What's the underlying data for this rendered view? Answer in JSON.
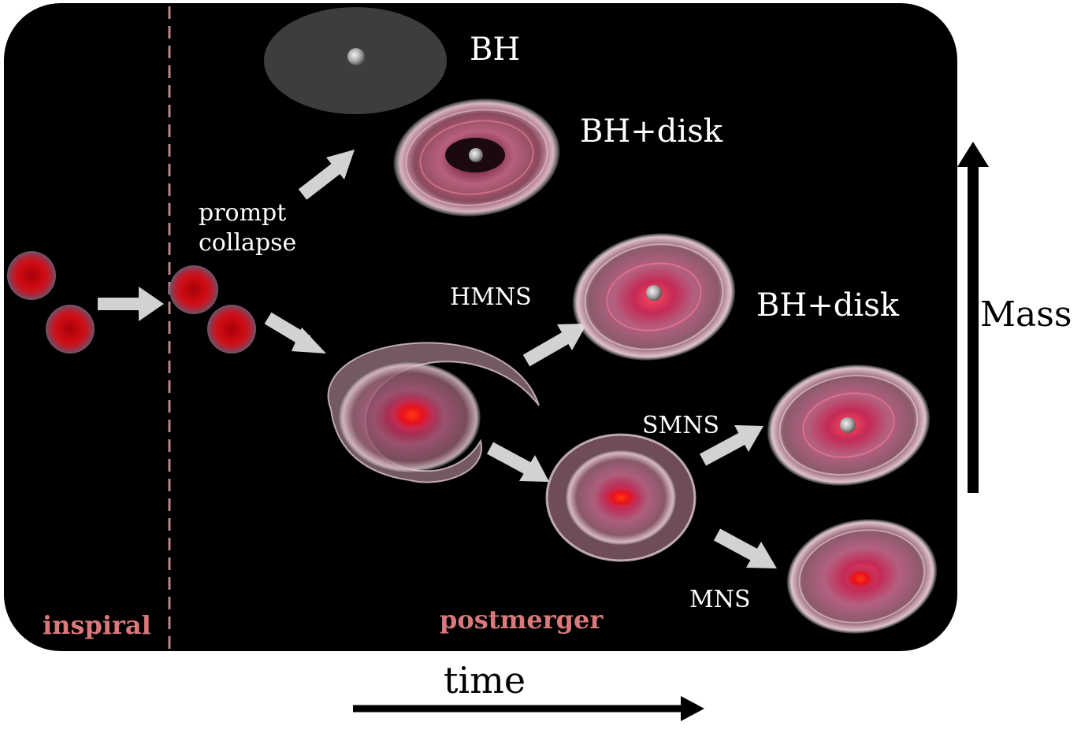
{
  "phases": {
    "inspiral": "inspiral",
    "postmerger": "postmerger"
  },
  "labels": {
    "bh": "BH",
    "bh_disk_top": "BH+disk",
    "prompt_line1": "prompt",
    "prompt_line2": "collapse",
    "hmns": "HMNS",
    "bh_disk_mid": "BH+disk",
    "smns": "SMNS",
    "mns": "MNS"
  },
  "axes": {
    "time": "time",
    "mass": "Mass"
  },
  "colors": {
    "background_panel": "#000000",
    "arrow_fill": "#d2d2d2",
    "phase_label": "#d9797c",
    "divider": "#b7868d",
    "star_core": "#c4000a",
    "disk_glow": "#e8a3b8"
  }
}
